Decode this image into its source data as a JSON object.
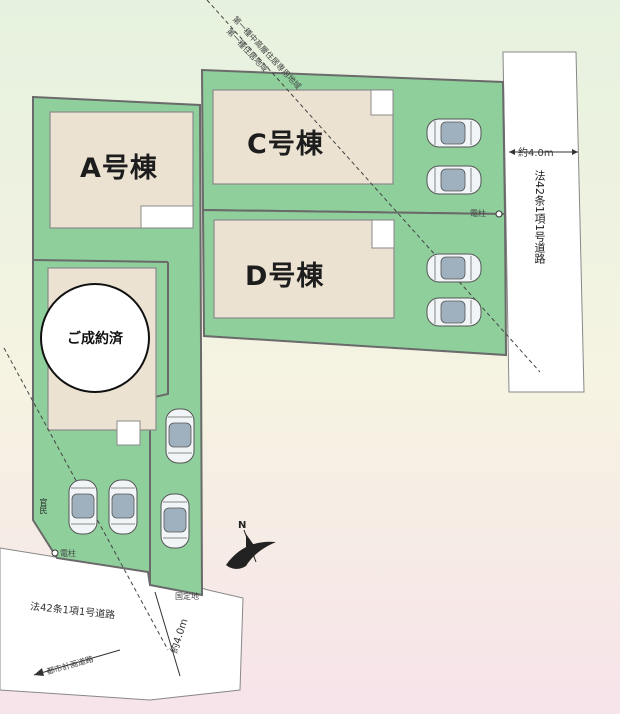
{
  "buildings": {
    "a": {
      "label": "A号棟"
    },
    "c": {
      "label": "C号棟"
    },
    "d": {
      "label": "D号棟"
    }
  },
  "sold_label": "ご成約済",
  "east_road": {
    "width": "約4.0m",
    "label": "法42条1項1号道路"
  },
  "south_road": {
    "width": "約4.0m",
    "label": "法42条1項1号道路"
  },
  "annotations": {
    "pole_east": "電柱",
    "pole_west": "電柱",
    "boundary_corner": "官民",
    "boundary_mark": "国定地",
    "city_road": "都市計画道路",
    "zone_upper": "第一種中高層住居専用地域",
    "zone_lower": "第一種住居地域"
  },
  "compass": {
    "label": "N"
  },
  "colors": {
    "lot_green": "#8fcf9c",
    "lot_border": "#6a6a6a",
    "building_fill": "#ece2d2",
    "road_fill": "#ffffff",
    "background_top": "#e8f3e0",
    "background_bottom": "#f6e3ea"
  }
}
